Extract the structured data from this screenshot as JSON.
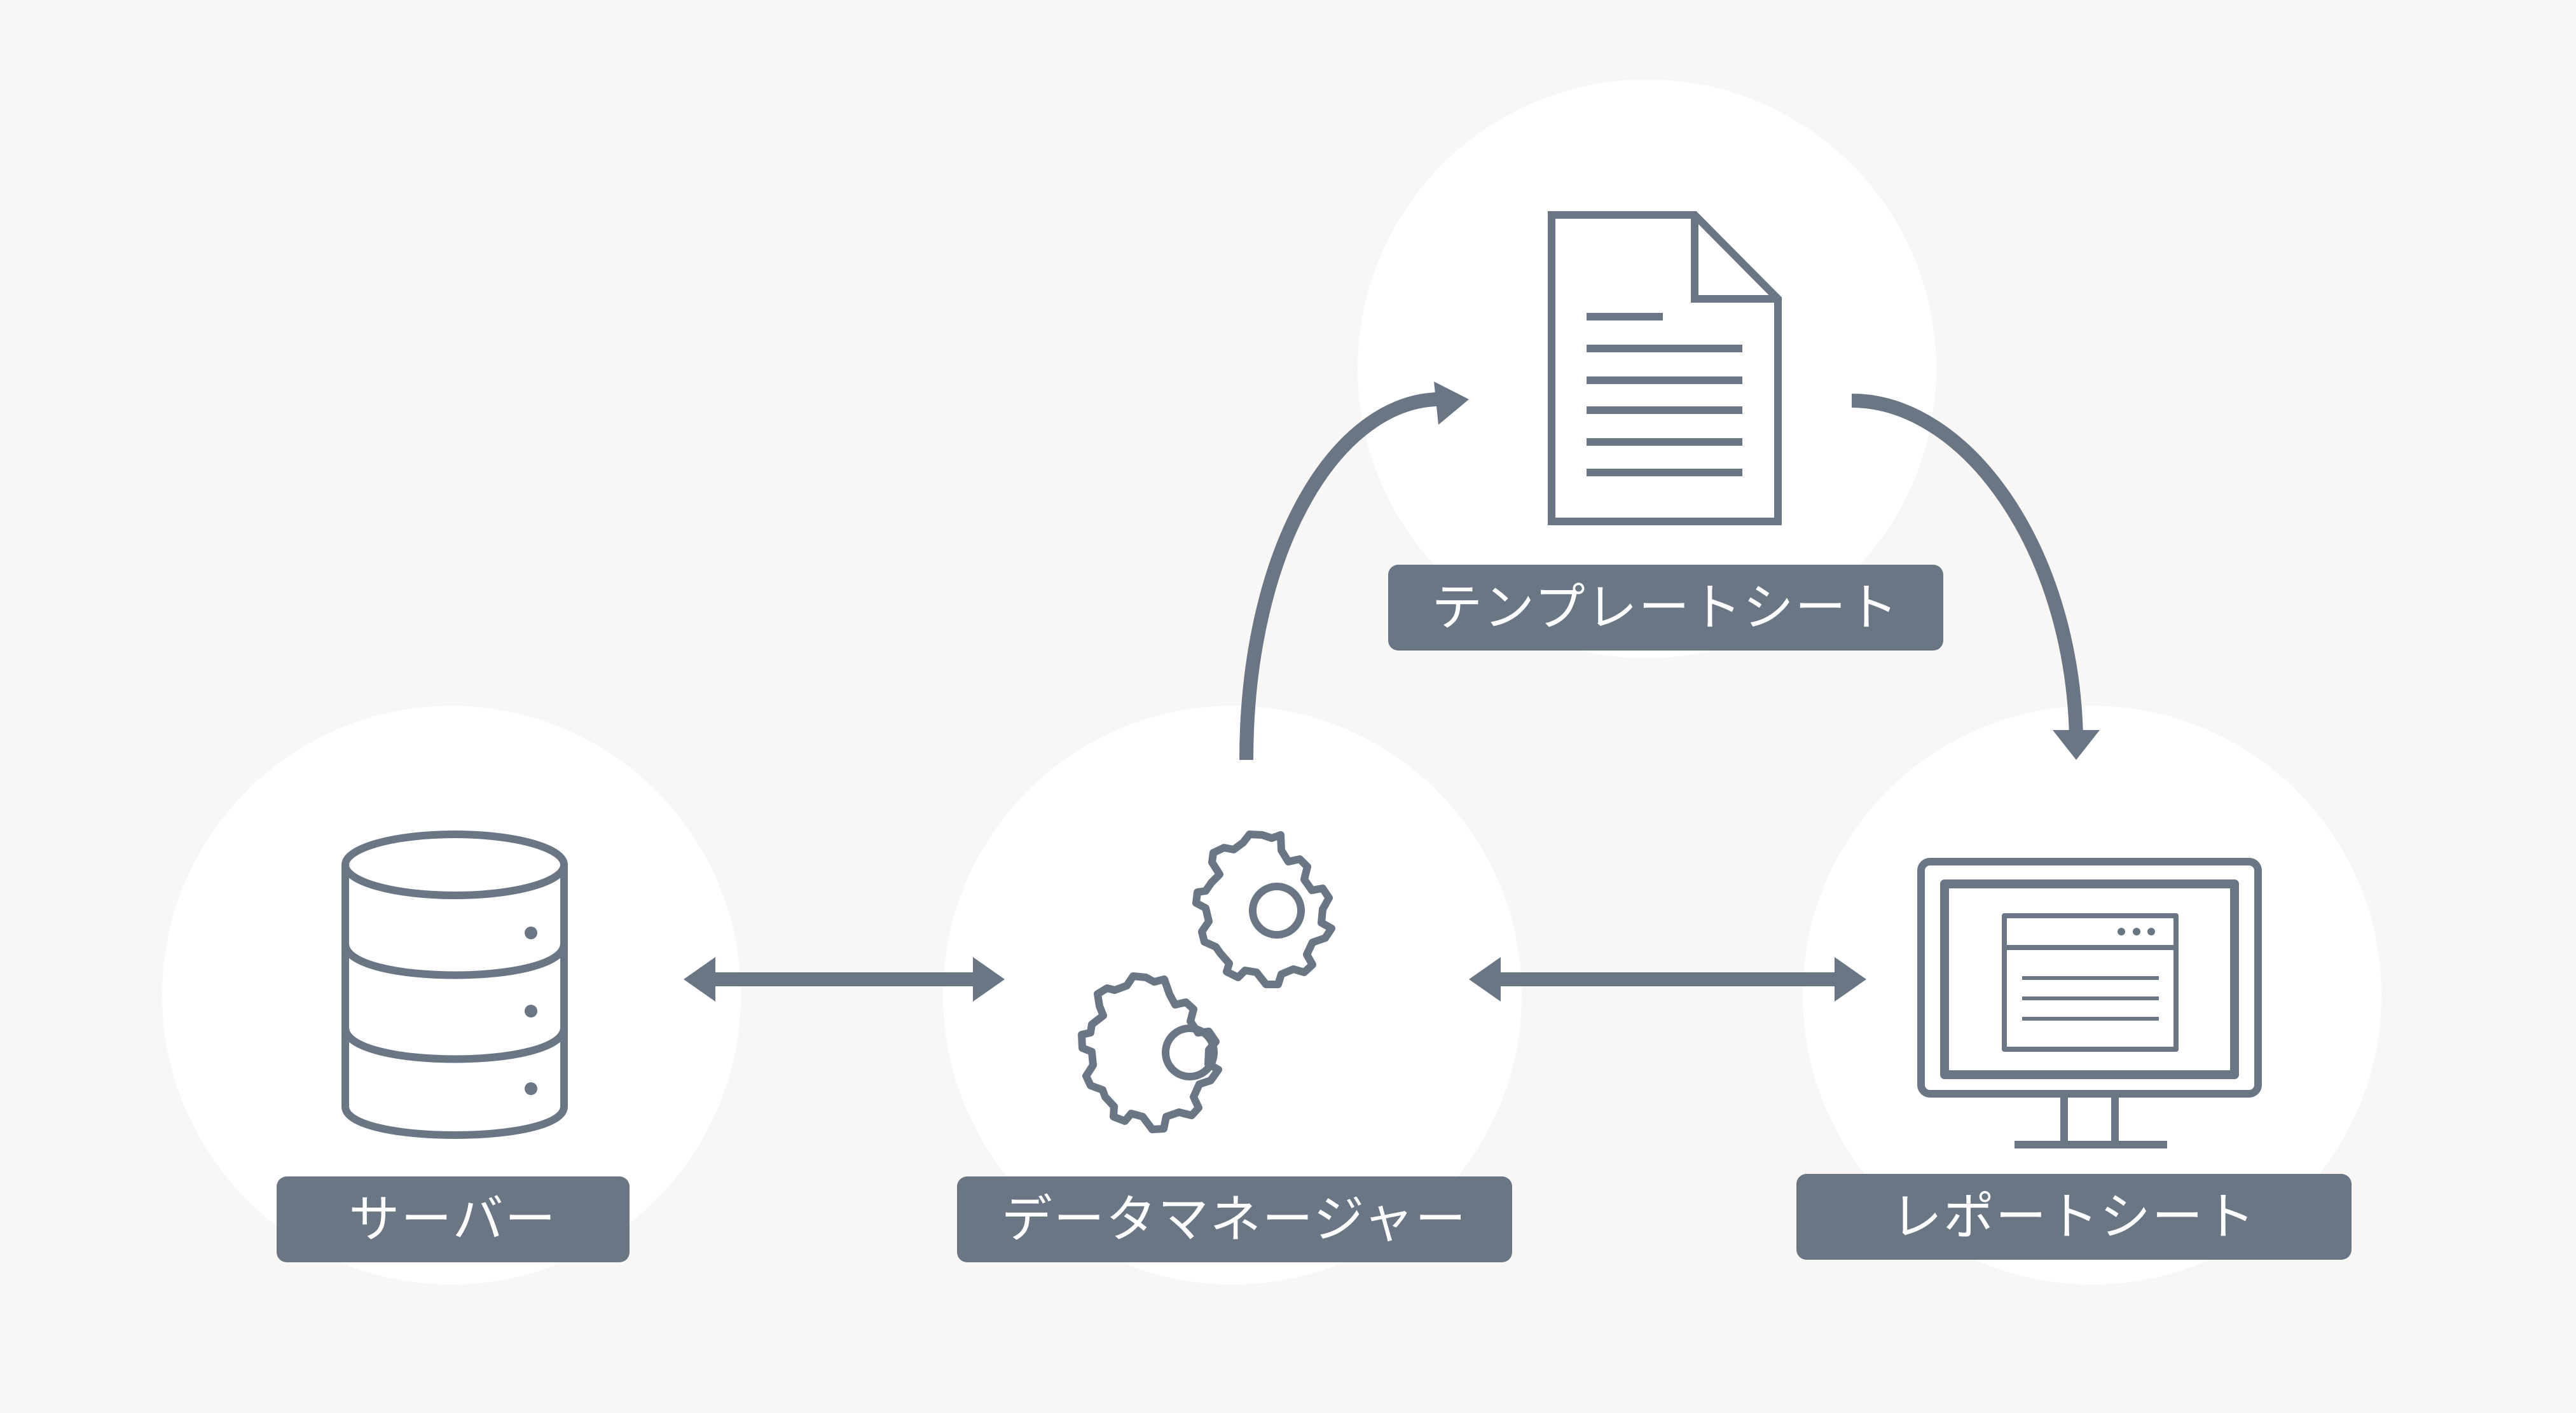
{
  "nodes": [
    {
      "id": "server",
      "label": "サーバー",
      "icon": "database-icon"
    },
    {
      "id": "data-manager",
      "label": "データマネージャー",
      "icon": "gears-icon"
    },
    {
      "id": "template-sheet",
      "label": "テンプレートシート",
      "icon": "document-icon"
    },
    {
      "id": "report-sheet",
      "label": "レポートシート",
      "icon": "monitor-icon"
    }
  ],
  "edges": [
    {
      "from": "server",
      "to": "data-manager",
      "direction": "both"
    },
    {
      "from": "data-manager",
      "to": "template-sheet",
      "direction": "forward"
    },
    {
      "from": "template-sheet",
      "to": "report-sheet",
      "direction": "forward"
    },
    {
      "from": "data-manager",
      "to": "report-sheet",
      "direction": "both"
    }
  ],
  "colors": {
    "background": "#f8f7f6",
    "circle": "#ffffff",
    "accent": "#6a7683",
    "label_text": "#ffffff"
  }
}
